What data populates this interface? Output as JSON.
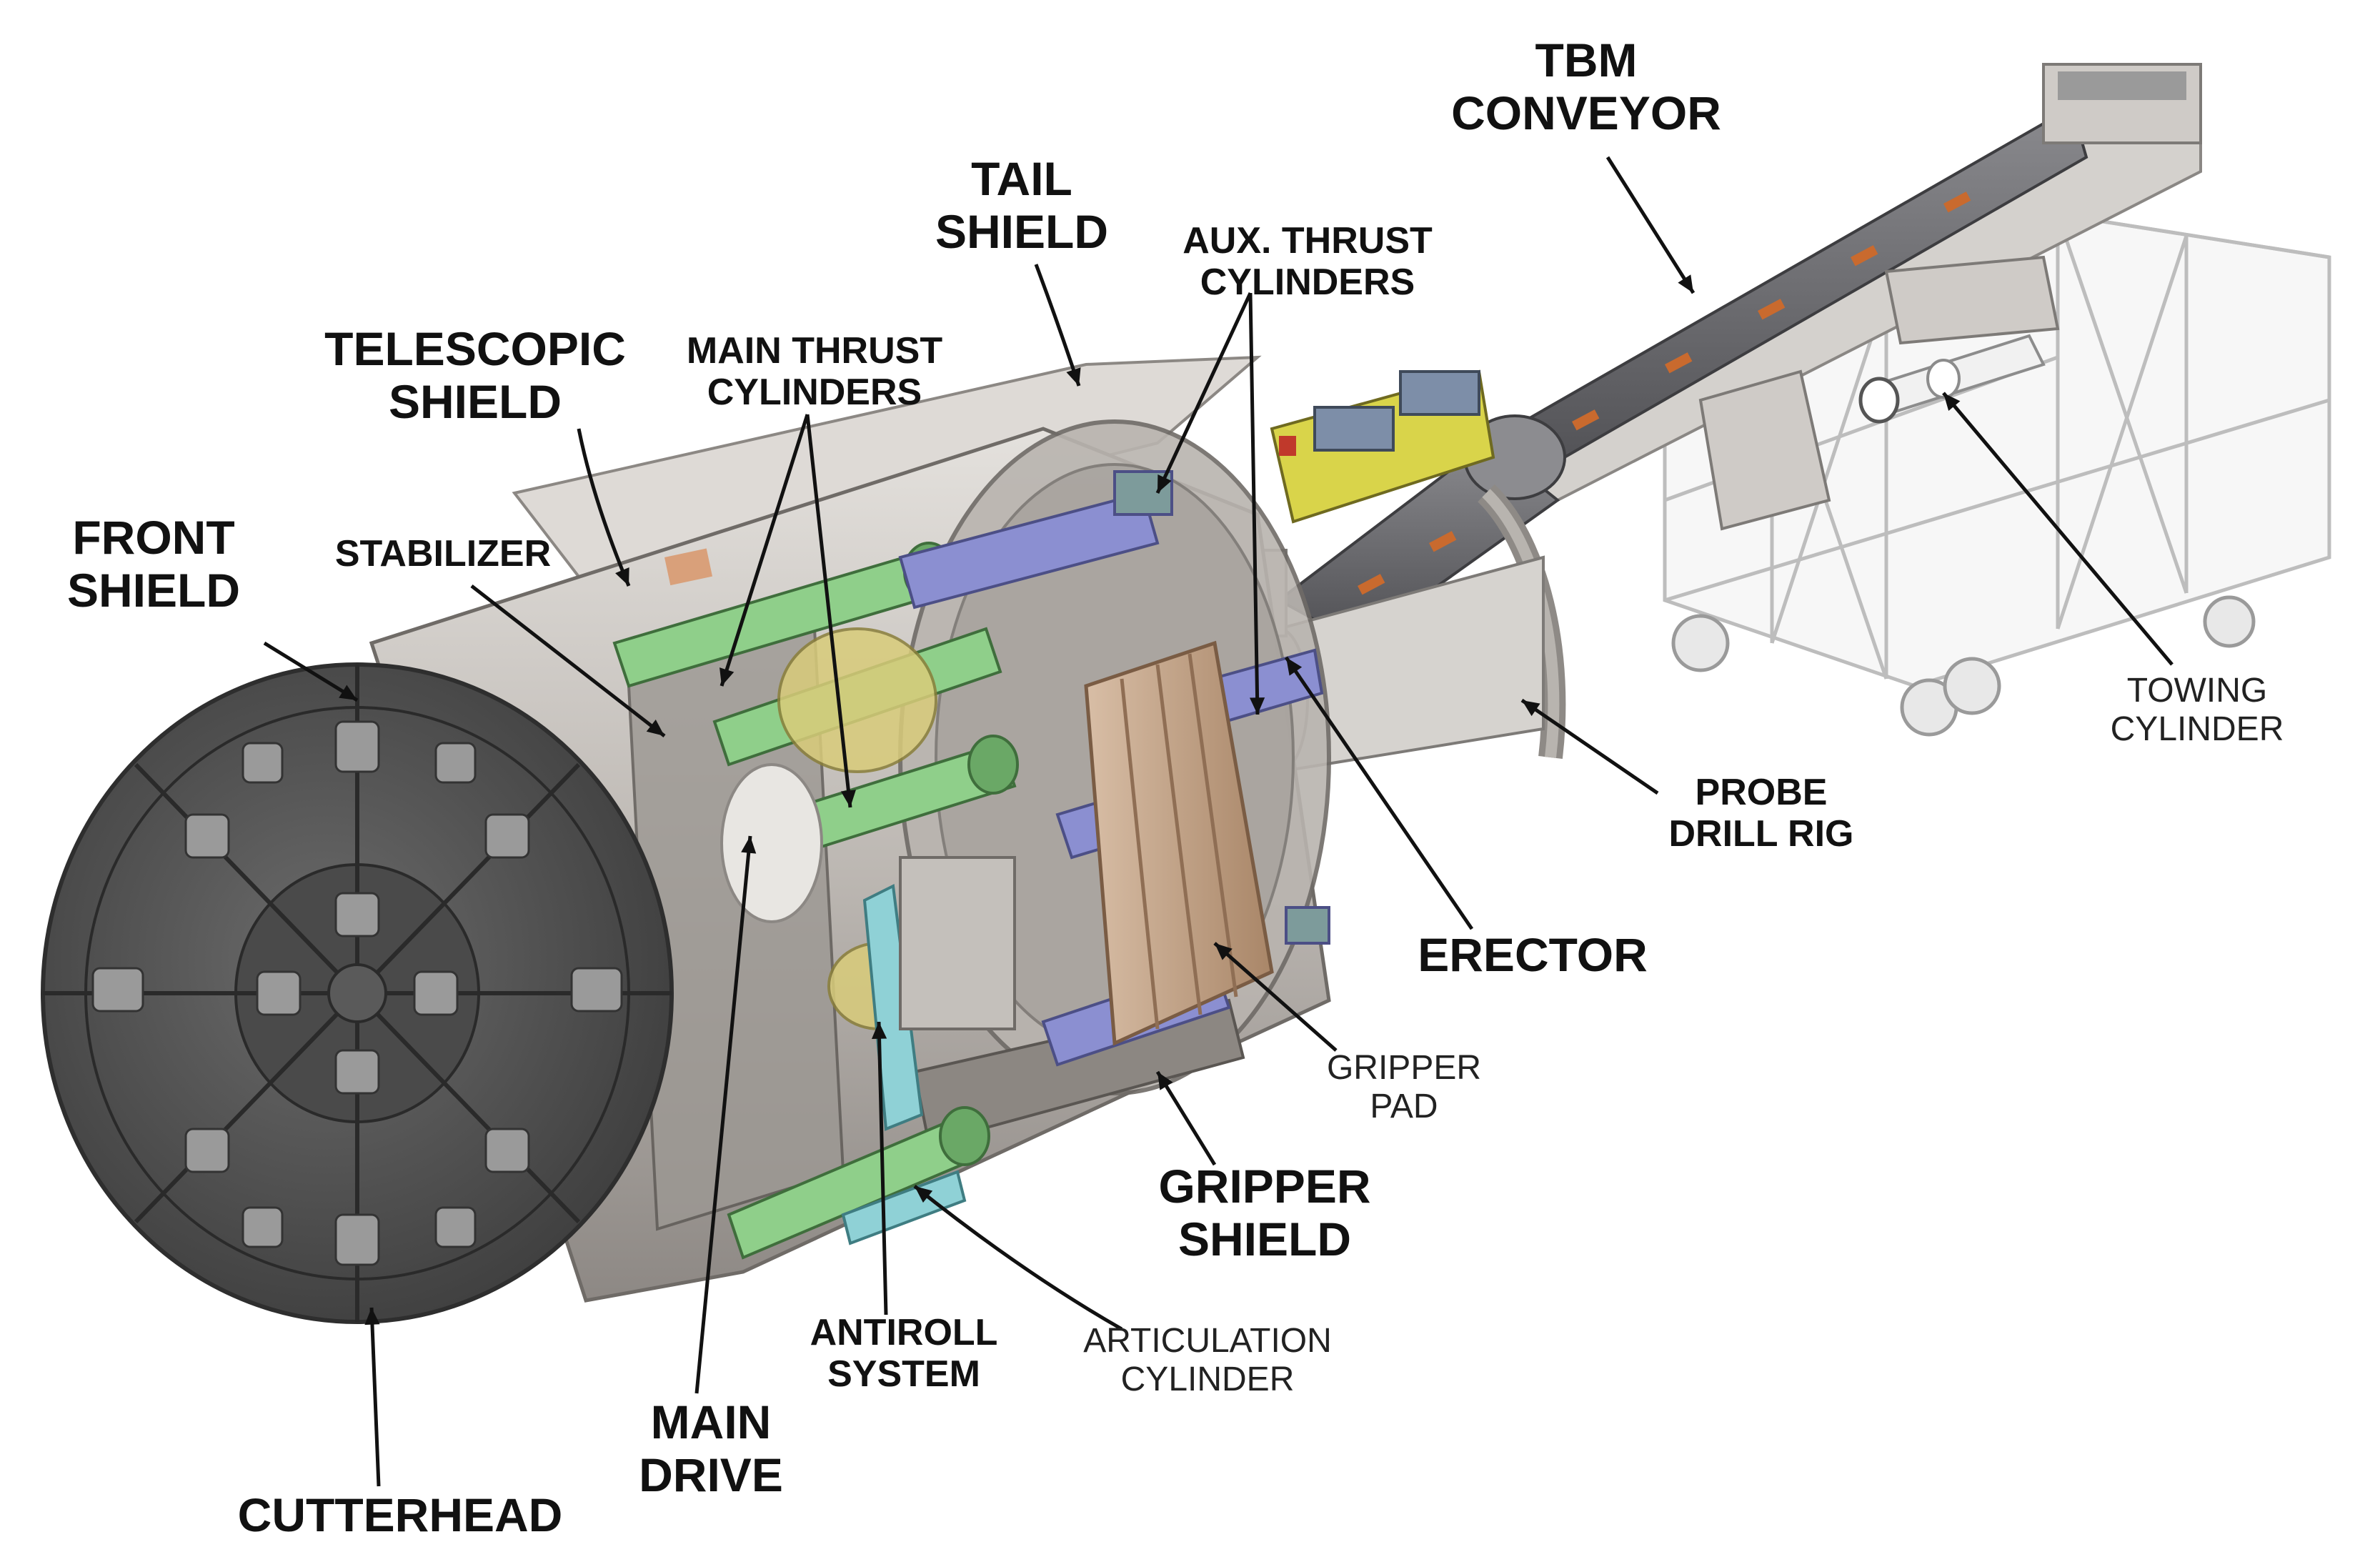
{
  "diagram": {
    "labels": {
      "tbm_conveyor": [
        "TBM",
        "CONVEYOR"
      ],
      "tail_shield": [
        "TAIL",
        "SHIELD"
      ],
      "aux_thrust": [
        "AUX. THRUST",
        "CYLINDERS"
      ],
      "telescopic_shield": [
        "TELESCOPIC",
        "SHIELD"
      ],
      "main_thrust": [
        "MAIN THRUST",
        "CYLINDERS"
      ],
      "front_shield": [
        "FRONT",
        "SHIELD"
      ],
      "stabilizer": [
        "STABILIZER"
      ],
      "towing_cylinder": [
        "TOWING",
        "CYLINDER"
      ],
      "probe_drill_rig": [
        "PROBE",
        "DRILL RIG"
      ],
      "erector": [
        "ERECTOR"
      ],
      "gripper_pad": [
        "GRIPPER",
        "PAD"
      ],
      "gripper_shield": [
        "GRIPPER",
        "SHIELD"
      ],
      "antiroll_system": [
        "ANTIROLL",
        "SYSTEM"
      ],
      "articulation_cylinder": [
        "ARTICULATION",
        "CYLINDER"
      ],
      "main_drive": [
        "MAIN",
        "DRIVE"
      ],
      "cutterhead": [
        "CUTTERHEAD"
      ]
    },
    "colors": {
      "shell": "#c9c5c0",
      "cutterhead": "#5a5a5a",
      "thrust_cylinder": "#8fcf8a",
      "aux_cylinder": "#8b8fd1",
      "gripper_pad": "#c8a98f",
      "antiroll": "#8fd1d6",
      "erector": "#d9cc7a",
      "probe_drill": "#d9d44a",
      "conveyor": "#6f6f72",
      "backup_frame": "#dcdcdc",
      "leader": "#111111"
    }
  }
}
